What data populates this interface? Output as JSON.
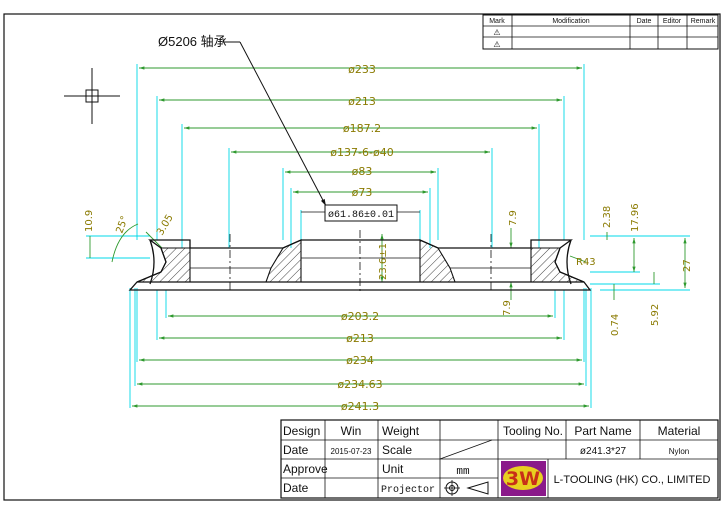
{
  "revision_table": {
    "headers": [
      "Mark",
      "Modification",
      "Date",
      "Editor",
      "Remark"
    ],
    "marks": [
      "⚠",
      "⚠"
    ]
  },
  "callouts": {
    "bearing": "Ø5206 轴承",
    "bore": "ø61.86±0.01"
  },
  "dimensions": {
    "d233": "ø233",
    "d213_top": "ø213",
    "d187": "ø187.2",
    "d137": "ø137-6-ø40",
    "d83": "ø83",
    "d73": "ø73",
    "d203": "ø203.2",
    "d213_bot": "ø213",
    "d234": "ø234",
    "d234_63": "ø234.63",
    "d241": "ø241.3",
    "v10_9": "10.9",
    "a25": "25°",
    "r3_05": "3.05",
    "v7_9_top": "7.9",
    "v7_9_bot": "7.9",
    "v23_6": "23.6±1",
    "v2_38": "2.38",
    "v17_96": "17.96",
    "r43": "R43",
    "v27": "27",
    "v0_74": "0.74",
    "v5_92": "5.92"
  },
  "title_block": {
    "design_label": "Design",
    "design_value": "Win",
    "weight_label": "Weight",
    "tooling_label": "Tooling No.",
    "part_name_label": "Part Name",
    "material_label": "Material",
    "date_label": "Date",
    "date_value": "2015-07-23",
    "scale_label": "Scale",
    "part_name_value": "ø241.3*27",
    "material_value": "Nylon",
    "approve_label": "Approve",
    "unit_label": "Unit",
    "unit_value": "mm",
    "date2_label": "Date",
    "projector_label": "Projector",
    "logo_text": "3W",
    "company": "L-TOOLING (HK) CO., LIMITED"
  }
}
